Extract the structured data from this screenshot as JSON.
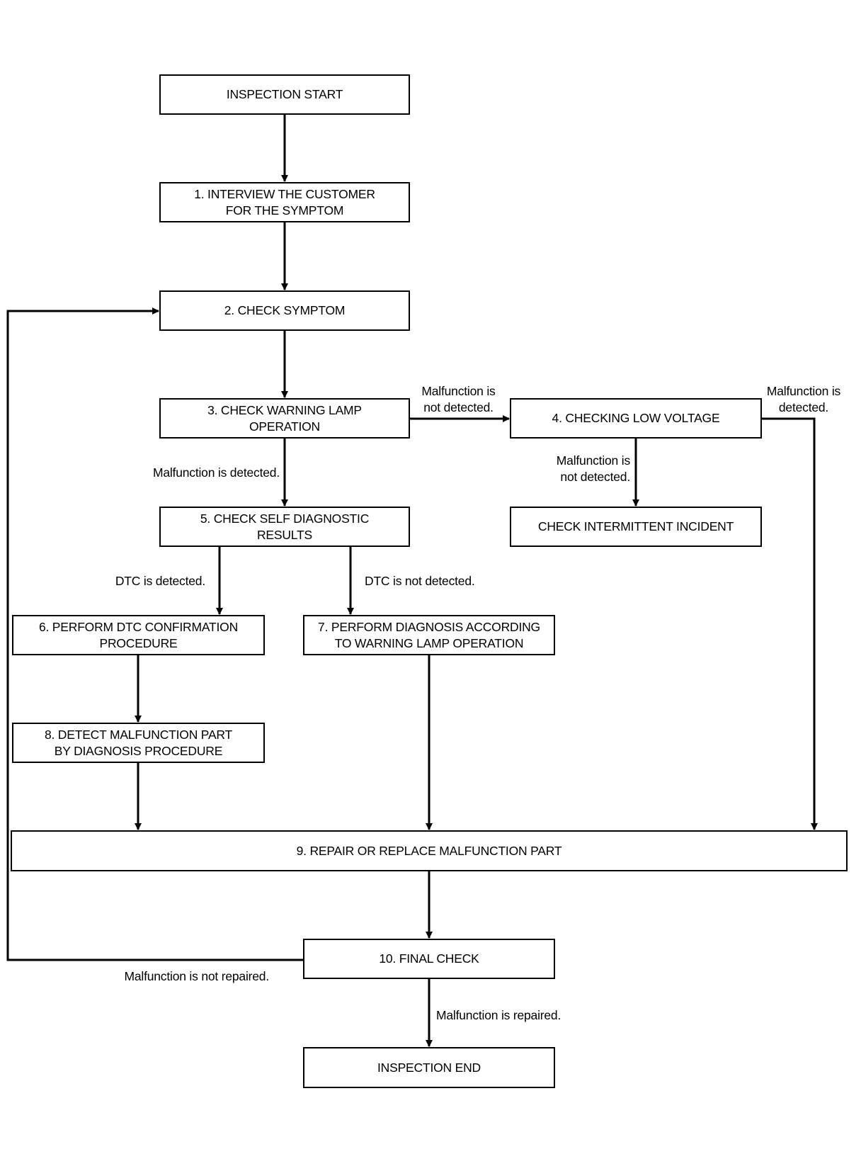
{
  "nodes": {
    "start": "INSPECTION START",
    "step1": "1. INTERVIEW THE CUSTOMER\nFOR THE SYMPTOM",
    "step2": "2. CHECK SYMPTOM",
    "step3": "3. CHECK WARNING LAMP\nOPERATION",
    "step4": "4. CHECKING LOW VOLTAGE",
    "step5": "5. CHECK SELF DIAGNOSTIC\nRESULTS",
    "intermittent": "CHECK INTERMITTENT INCIDENT",
    "step6": "6. PERFORM DTC CONFIRMATION\nPROCEDURE",
    "step7": "7. PERFORM DIAGNOSIS ACCORDING\nTO WARNING LAMP OPERATION",
    "step8": "8. DETECT MALFUNCTION PART\nBY DIAGNOSIS PROCEDURE",
    "step9": "9. REPAIR OR REPLACE MALFUNCTION PART",
    "step10": "10. FINAL CHECK",
    "end": "INSPECTION END"
  },
  "edge_labels": {
    "step3_to_step4": "Malfunction is\nnot detected.",
    "step4_to_step9": "Malfunction is\ndetected.",
    "step3_to_step5": "Malfunction is detected.",
    "step4_to_intermittent": "Malfunction is\nnot detected.",
    "step5_to_step6": "DTC is detected.",
    "step5_to_step7": "DTC is not detected.",
    "step10_to_step2": "Malfunction is not repaired.",
    "step10_to_end": "Malfunction is repaired."
  },
  "colors": {
    "line": "#000000",
    "background": "#ffffff"
  }
}
